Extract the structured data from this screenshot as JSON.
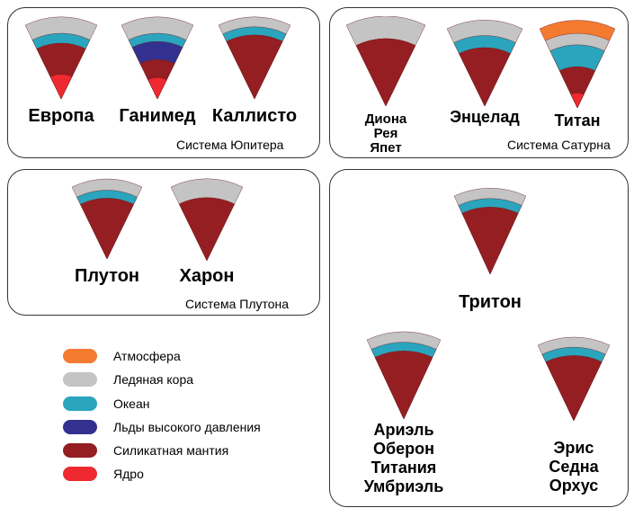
{
  "colors": {
    "atmosphere": "#f47a30",
    "ice_crust": "#c4c4c4",
    "ocean": "#2aa5bd",
    "high_pressure_ice": "#33318f",
    "silicate_mantle": "#951e22",
    "core": "#ee2a30"
  },
  "legend": [
    {
      "key": "atmosphere",
      "label": "Атмосфера"
    },
    {
      "key": "ice_crust",
      "label": "Ледяная кора"
    },
    {
      "key": "ocean",
      "label": "Океан"
    },
    {
      "key": "high_pressure_ice",
      "label": "Льды высокого давления"
    },
    {
      "key": "silicate_mantle",
      "label": "Силикатная мантия"
    },
    {
      "key": "core",
      "label": "Ядро"
    }
  ],
  "systems": {
    "jupiter": "Система Юпитера",
    "saturn": "Система Сатурна",
    "pluto": "Система Плутона"
  },
  "bodies": {
    "europa": "Европа",
    "ganymede": "Ганимед",
    "callisto": "Каллисто",
    "dione_rhea_iapetus": "Диона\nРея\nЯпет",
    "enceladus": "Энцелад",
    "titan": "Титан",
    "pluto": "Плутон",
    "charon": "Харон",
    "triton": "Тритон",
    "uranian_moons": "Ариэль\nОберон\nТитания\nУмбриэль",
    "eris_sedna_orcus": "Эрис\nСедна\nОрхус"
  }
}
